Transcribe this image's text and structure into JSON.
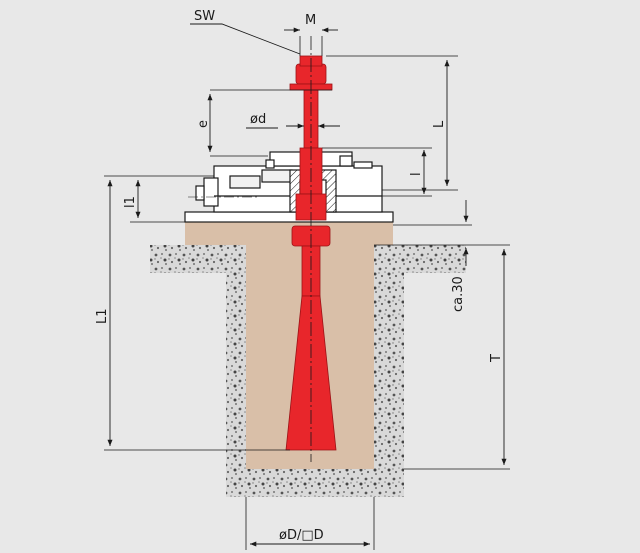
{
  "labels": {
    "sw": "SW",
    "m": "M",
    "e": "e",
    "phi_d": "ød",
    "big_l": "L",
    "small_l": "l",
    "l1_small": "l1",
    "big_l1": "L1",
    "ca30": "ca.30",
    "t": "T",
    "phi_big_d": "øD/□D"
  },
  "colors": {
    "background": "#e8e8e8",
    "bolt_red": "#e8262b",
    "grout_tan": "#d9bfa8",
    "concrete_gray": "#8c8c8c",
    "line_black": "#1a1a1a"
  }
}
